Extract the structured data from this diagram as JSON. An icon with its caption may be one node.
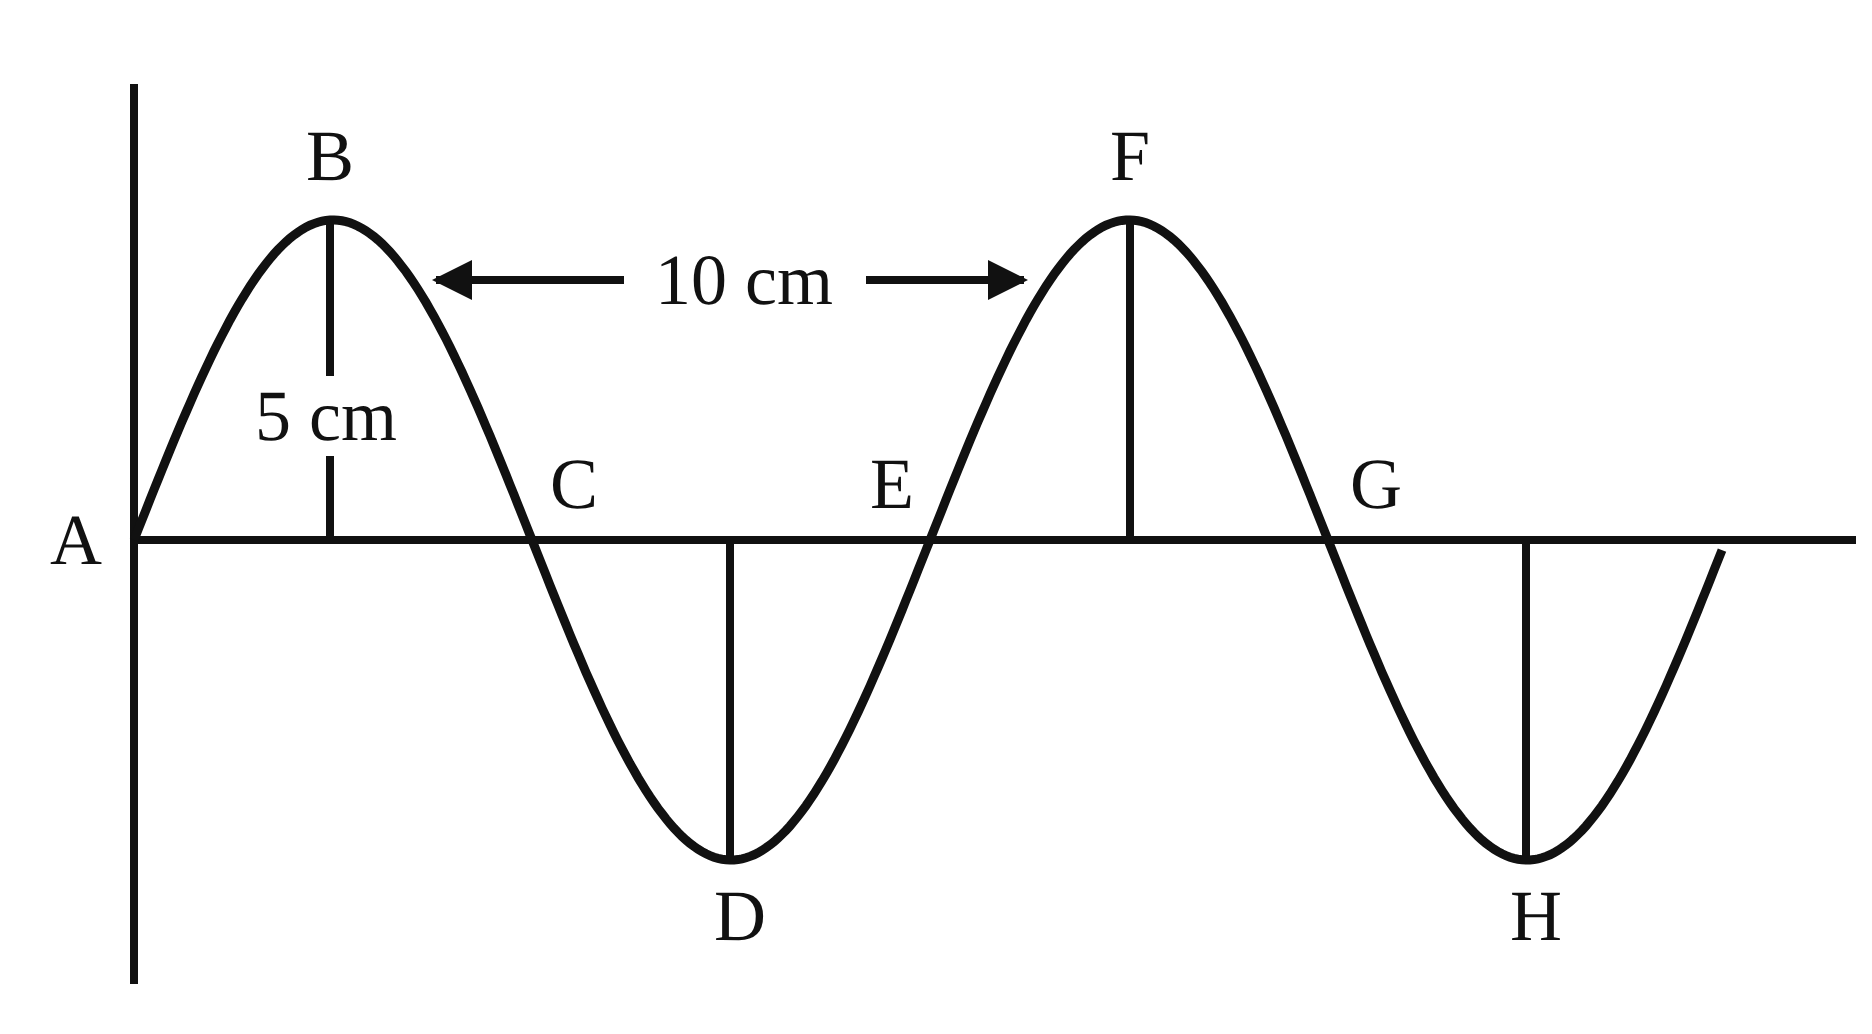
{
  "diagram": {
    "labels": [
      "B",
      "F",
      "10 cm",
      "5 cm",
      "A",
      "C",
      "E",
      "G",
      "D",
      "H"
    ]
  }
}
